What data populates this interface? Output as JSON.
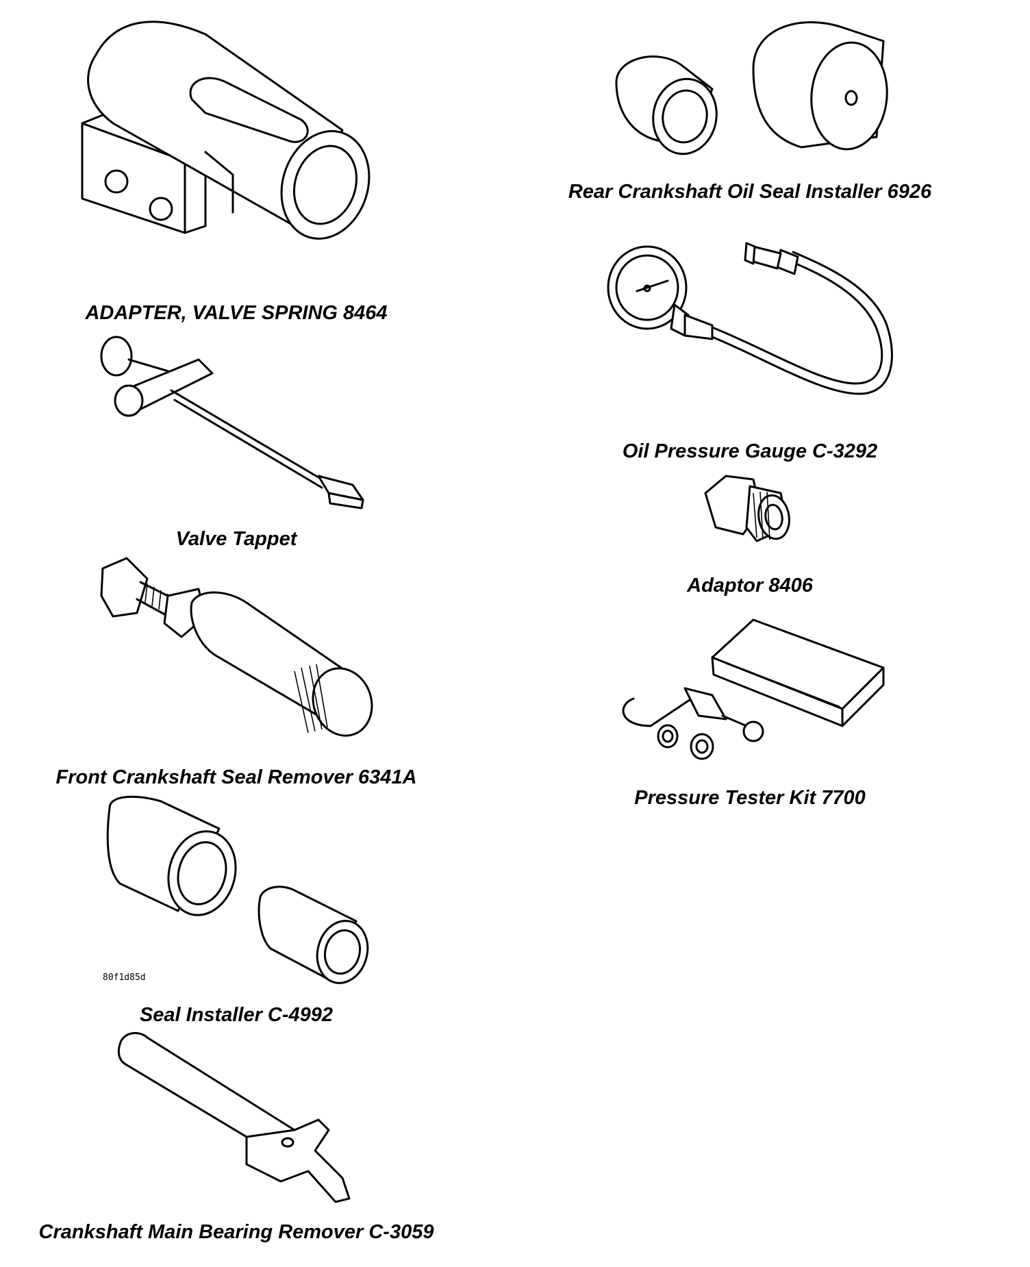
{
  "figure_id": "80f1d85d",
  "tools": [
    {
      "key": "valve-spring-adapter",
      "caption": "ADAPTER, VALVE SPRING 8464"
    },
    {
      "key": "valve-tappet",
      "caption": "Valve Tappet"
    },
    {
      "key": "front-crank-seal-remover",
      "caption": "Front Crankshaft Seal Remover 6341A"
    },
    {
      "key": "seal-installer",
      "caption": "Seal Installer C-4992"
    },
    {
      "key": "main-bearing-remover",
      "caption": "Crankshaft Main Bearing Remover C-3059"
    },
    {
      "key": "rear-crank-seal-installer",
      "caption": "Rear Crankshaft Oil Seal Installer 6926"
    },
    {
      "key": "oil-pressure-gauge",
      "caption": "Oil Pressure Gauge C-3292"
    },
    {
      "key": "adaptor",
      "caption": "Adaptor 8406"
    },
    {
      "key": "pressure-tester-kit",
      "caption": "Pressure Tester Kit 7700"
    }
  ]
}
